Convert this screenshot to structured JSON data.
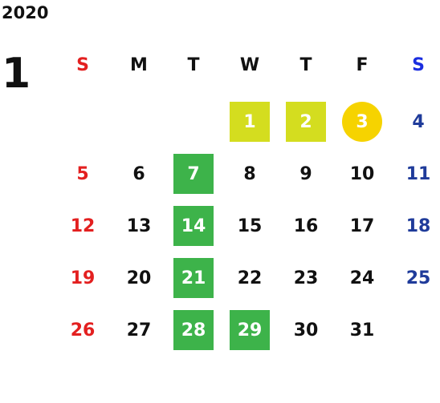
{
  "calendar": {
    "year": "2020",
    "month": "1",
    "weekdays": [
      "S",
      "M",
      "T",
      "W",
      "T",
      "F",
      "S"
    ],
    "weeks": [
      [
        "",
        "",
        "",
        "1",
        "2",
        "3",
        "4"
      ],
      [
        "5",
        "6",
        "7",
        "8",
        "9",
        "10",
        "11"
      ],
      [
        "12",
        "13",
        "14",
        "15",
        "16",
        "17",
        "18"
      ],
      [
        "19",
        "20",
        "21",
        "22",
        "23",
        "24",
        "25"
      ],
      [
        "26",
        "27",
        "28",
        "29",
        "30",
        "31",
        ""
      ]
    ]
  },
  "colors": {
    "sunday": "#e32020",
    "saturday_header": "#1b2ee0",
    "saturday": "#1f3b9a",
    "highlight_green": "#3db34a",
    "highlight_yellow": "#d4dd1f",
    "highlight_circle": "#f6d300"
  }
}
